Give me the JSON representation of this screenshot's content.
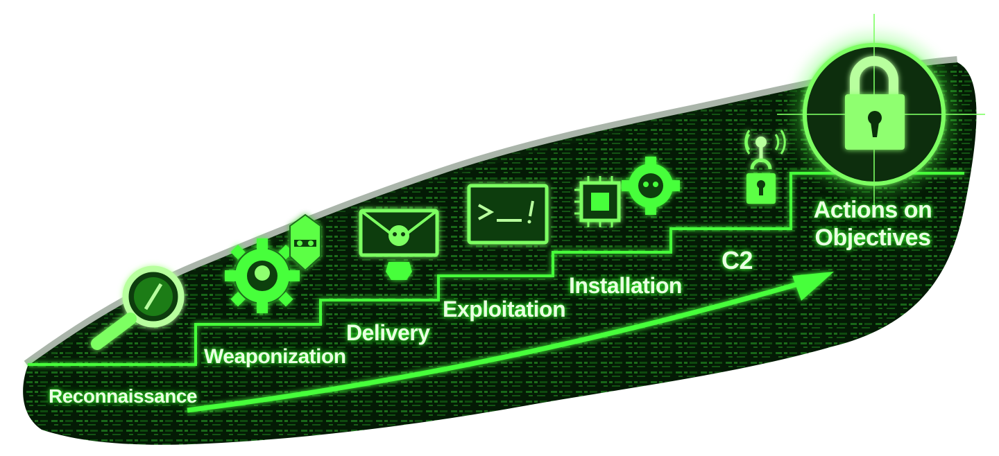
{
  "colors": {
    "neon": "#46ff3a",
    "neon_light": "#b8ff9e",
    "panel_dark": "#041a05",
    "code_green": "#1e7a1e",
    "background": "#ffffff"
  },
  "stages": [
    {
      "label": "Reconnaissance",
      "icon": "magnifier-icon"
    },
    {
      "label": "Weaponization",
      "icon": "gear-skull-icon"
    },
    {
      "label": "Delivery",
      "icon": "envelope-skull-icon"
    },
    {
      "label": "Exploitation",
      "icon": "terminal-icon"
    },
    {
      "label": "Installation",
      "icon": "chip-gear-icon"
    },
    {
      "label": "C2",
      "icon": "antenna-lock-icon"
    },
    {
      "label_line1": "Actions on",
      "label_line2": "Objectives",
      "icon": "padlock-target-icon"
    }
  ]
}
